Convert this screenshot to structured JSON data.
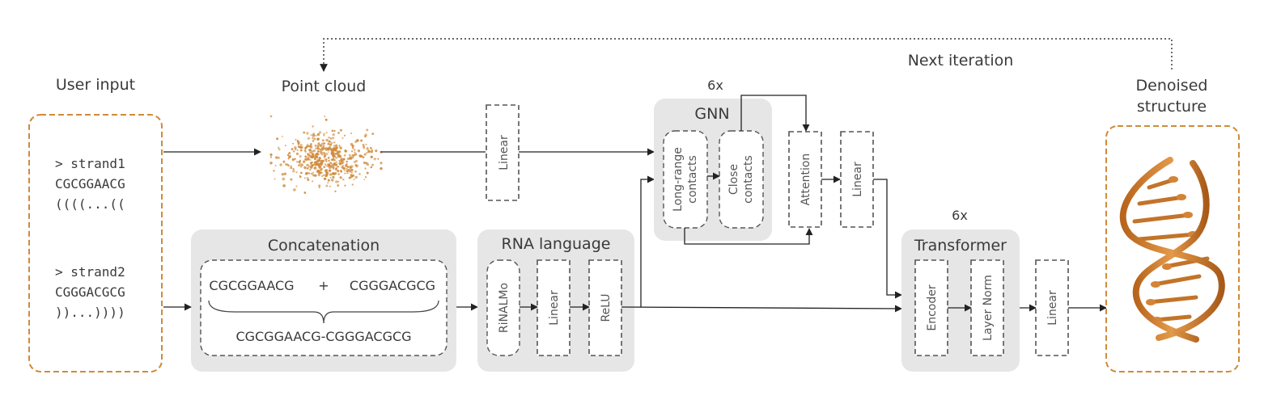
{
  "labels": {
    "user_input": "User input",
    "point_cloud": "Point cloud",
    "next_iteration": "Next iteration",
    "denoised_line1": "Denoised",
    "denoised_line2": "structure",
    "gnn_repeat": "6x",
    "transformer_repeat": "6x"
  },
  "input": {
    "strand1": {
      "name": "> strand1",
      "sequence": "CGCGGAACG",
      "structure": "((((...(("
    },
    "strand2": {
      "name": "> strand2",
      "sequence": "CGGGACGCG",
      "structure": "))...))))"
    }
  },
  "concatenation": {
    "title": "Concatenation",
    "seq_a": "CGCGGAACG",
    "plus": "+",
    "seq_b": "CGGGACGCG",
    "result": "CGCGGAACG-CGGGACGCG"
  },
  "rna_language": {
    "title": "RNA language",
    "blocks": [
      "RiNALMo",
      "Linear",
      "ReLU"
    ]
  },
  "point_branch": {
    "linear": "Linear"
  },
  "gnn": {
    "title": "GNN",
    "blocks": [
      "Long-range contacts",
      "Close contacts"
    ],
    "long_range_line1": "Long-range",
    "long_range_line2": "contacts",
    "close_line1": "Close",
    "close_line2": "contacts"
  },
  "attention": {
    "label": "Attention"
  },
  "post_linear": {
    "label": "Linear"
  },
  "transformer": {
    "title": "Transformer",
    "blocks": [
      "Encoder",
      "Layer Norm"
    ]
  },
  "final_linear": {
    "label": "Linear"
  },
  "colors": {
    "accent_orange": "#d08a3a",
    "group_bg": "#e6e6e6",
    "dash_stroke": "#555555",
    "arrow": "#222222"
  }
}
